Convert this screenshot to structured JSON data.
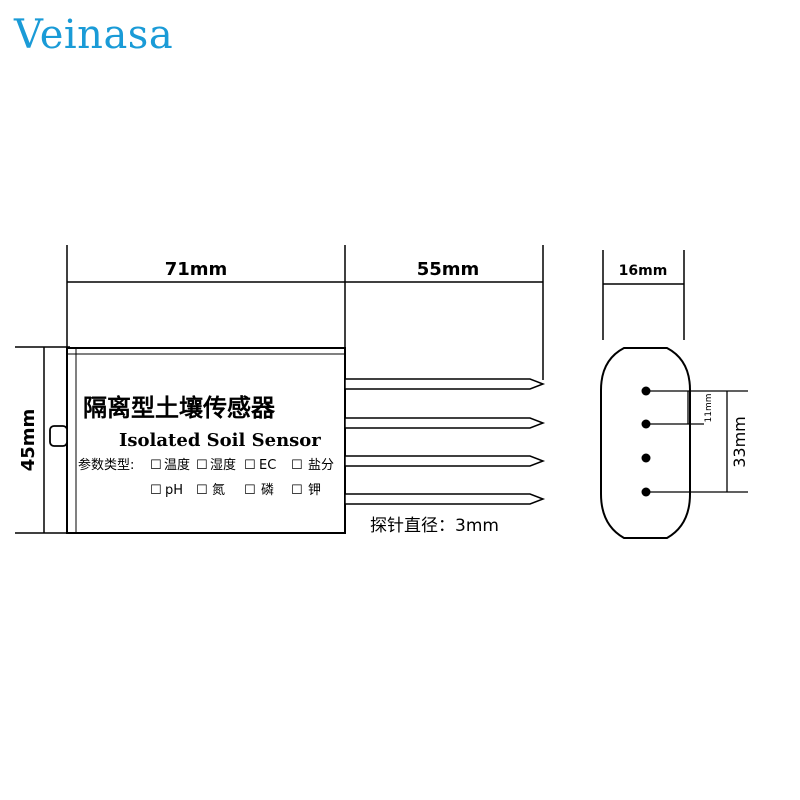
{
  "brand": {
    "logo_text": "Veinasa",
    "logo_color": "#1a9bd7"
  },
  "dimensions": {
    "body_length": "71mm",
    "probe_length": "55mm",
    "height": "45mm",
    "end_width": "16mm",
    "probe_spacing": "11mm",
    "outer_span": "33mm"
  },
  "sensor": {
    "title_cn": "隔离型土壤传感器",
    "title_en": "Isolated Soil Sensor",
    "param_label": "参数类型:",
    "params_row1": [
      "温度",
      "湿度",
      "EC",
      "盐分"
    ],
    "params_row2": [
      "pH",
      "氮",
      "磷",
      "钾"
    ],
    "checkbox_glyph": "☐"
  },
  "probe_note": "探针直径：3mm"
}
